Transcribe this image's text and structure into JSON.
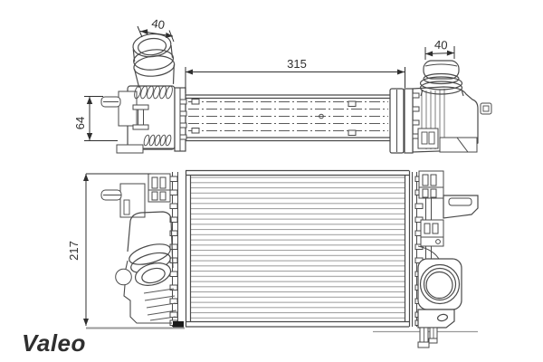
{
  "drawing": {
    "kind": "intercooler-technical-drawing",
    "background": "#ffffff",
    "line_color": "#4a4a4a",
    "fin_color": "#8d8d8d",
    "dim_color": "#2f2f2f"
  },
  "dimensions": {
    "left_pipe_width": "40",
    "right_pipe_width": "40",
    "core_length": "315",
    "side_depth": "64",
    "core_height": "217"
  },
  "logo": {
    "text": "Valeo",
    "color": "#8f9296"
  }
}
